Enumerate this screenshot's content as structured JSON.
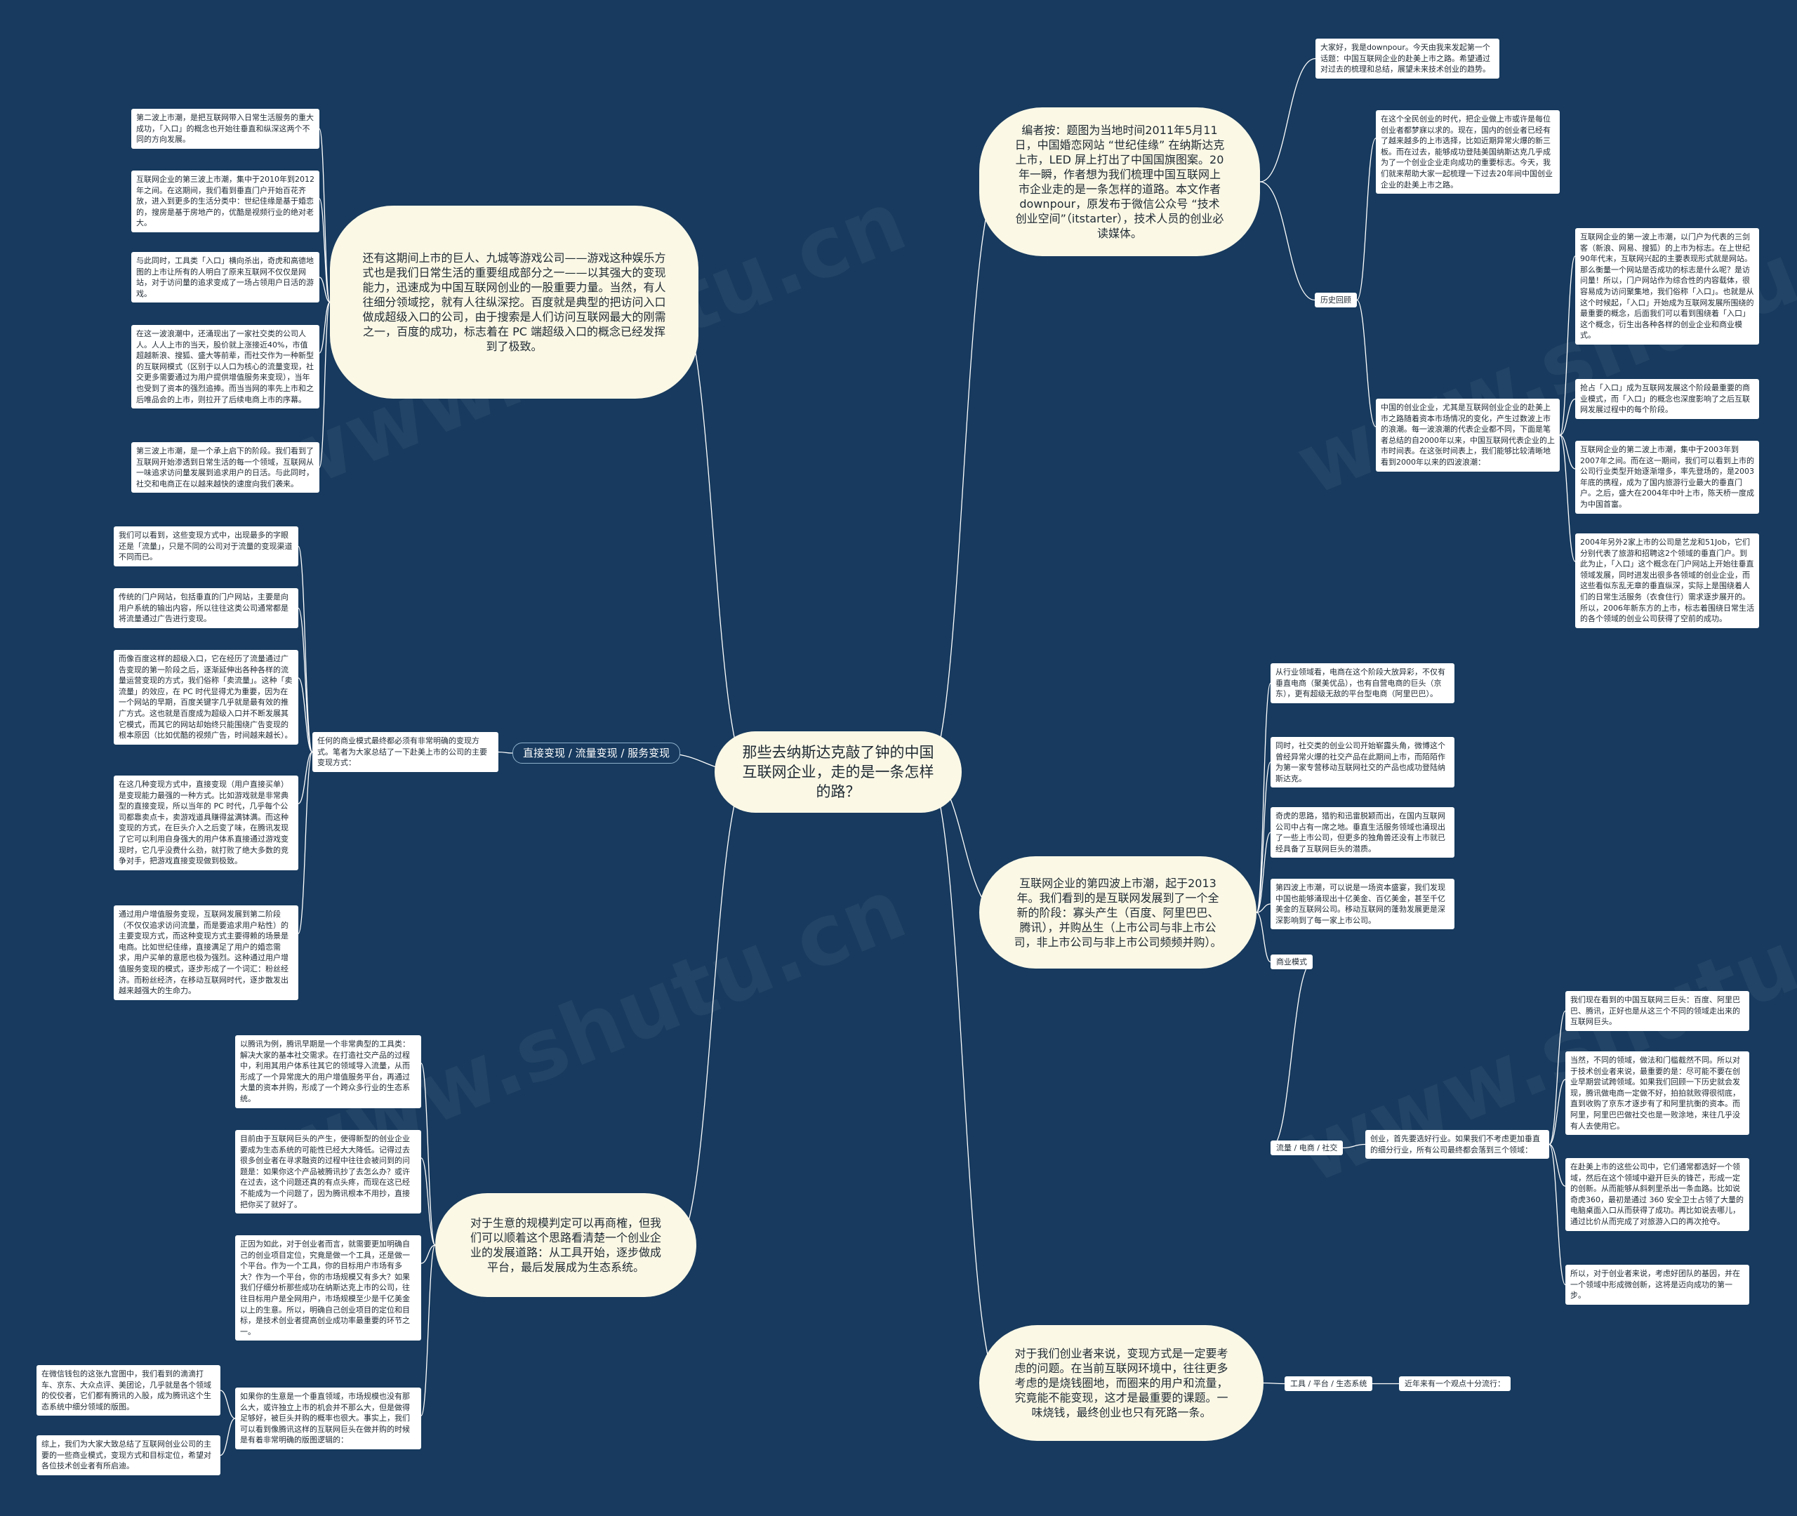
{
  "center": {
    "text": "那些去纳斯达克敲了钟的中国互联网企业，走的是一条怎样的路？"
  },
  "left": {
    "b1": {
      "text": "还有这期间上市的巨人、九城等游戏公司——游戏这种娱乐方式也是我们日常生活的重要组成部分之一——以其强大的变现能力，迅速成为中国互联网创业的一股重要力量。当然，有人往细分领域挖，就有人往纵深挖。百度就是典型的把访问入口做成超级入口的公司，由于搜索是人们访问互联网最大的刚需之一，百度的成功，标志着在 PC 端超级入口的概念已经发挥到了极致。",
      "boxes": [
        "第二波上市潮，是把互联网带入日常生活服务的重大成功，「入口」的概念也开始往垂直和纵深这两个不同的方向发展。",
        "互联网企业的第三波上市潮，集中于2010年到2012年之间。在这期间，我们看到垂直门户开始百花齐放，进入到更多的生活分类中：世纪佳缘是基于婚恋的，搜房是基于房地产的，优酷是视频行业的绝对老大。",
        "与此同时，工具类「入口」横向杀出，奇虎和高德地图的上市让所有的人明白了原来互联网不仅仅是网站，对于访问量的追求变成了一场占领用户日活的游戏。",
        "在这一波浪潮中，还涌现出了一家社交类的公司人人。人人上市的当天，股价就上涨接近40%，市值超越新浪、搜狐、盛大等前辈，而社交作为一种新型的互联网模式（区别于以人口为核心的流量变现，社交更多需要通过为用户提供增值服务来变现），当年也受到了资本的强烈追捧。而当当网的率先上市和之后唯品会的上市，则拉开了后续电商上市的序幕。",
        "第三波上市潮，是一个承上启下的阶段。我们看到了互联网开始渗透到日常生活的每一个领域，互联网从一味追求访问量发展到追求用户的日活。与此同时，社交和电商正在以越来越快的速度向我们袭来。"
      ]
    },
    "b2": {
      "label": "直接变现 / 流量变现 / 服务变现",
      "intro": "任何的商业模式最终都必须有非常明确的变现方式。笔者为大家总结了一下赴美上市的公司的主要变现方式：",
      "boxes": [
        "我们可以看到，这些变现方式中，出现最多的字眼还是「流量」，只是不同的公司对于流量的变现渠道不同而已。",
        "传统的门户网站，包括垂直的门户网站，主要是向用户系统的输出内容，所以往往这类公司通常都是将流量通过广告进行变现。",
        "而像百度这样的超级入口，它在经历了流量通过广告变现的第一阶段之后，逐渐延伸出各种各样的流量运营变现的方式，我们俗称「卖流量」。这种「卖流量」的效应，在 PC 时代显得尤为重要，因为在一个网站的早期，百度关键字几乎就是最有效的推广方式。这也就是百度成为超级入口并不断发展其它模式，而其它的网站却始终只能围绕广告变现的根本原因（比如优酷的视频广告，时间越来越长）。",
        "在这几种变现方式中，直接变现（用户直接买单）是变现能力最强的一种方式。比如游戏就是非常典型的直接变现，所以当年的 PC 时代，几乎每个公司都靠卖点卡，卖游戏道具赚得盆满钵满。而这种变现的方式，在巨头介入之后变了味，在腾讯发现了它可以利用自身强大的用户体系直接通过游戏变现时，它几乎没费什么劲，就打败了绝大多数的竞争对手，把游戏直接变现做到极致。",
        "通过用户增值服务变现，互联网发展到第二阶段（不仅仅追求访问流量，而是要追求用户粘性）的主要变现方式，而这种变现方式主要得赖的场景是电商。比如世纪佳缘，直接满足了用户的婚恋需求，用户买单的意愿也极为强烈。这种通过用户增值服务变现的模式，逐步形成了一个词汇：粉丝经济。而粉丝经济，在移动互联网时代，逐步散发出越来越强大的生命力。"
      ]
    },
    "b3": {
      "text": "对于生意的规模判定可以再商榷，但我们可以顺着这个思路看清楚一个创业企业的发展道路：从工具开始，逐步做成平台，最后发展成为生态系统。",
      "boxes": [
        "以腾讯为例，腾讯早期是一个非常典型的工具类：解决大家的基本社交需求。在打造社交产品的过程中，利用其用户体系往其它的领域导入流量，从而形成了一个异常庞大的用户增值服务平台，再通过大量的资本并购，形成了一个跨众多行业的生态系统。",
        "目前由于互联网巨头的产生，使得新型的创业企业要成为生态系统的可能性已经大大降低。记得过去很多创业者在寻求融资的过程中往往会被问到的问题是：如果你这个产品被腾讯抄了去怎么办？或许在过去，这个问题还真的有点头疼，而现在这已经不能成为一个问题了，因为腾讯根本不用抄，直接把你买了就好了。",
        "正因为如此，对于创业者而言，就需要更加明确自己的创业项目定位，究竟是做一个工具，还是做一个平台。作为一个工具，你的目标用户市场有多大？作为一个平台，你的市场规模又有多大？如果我们仔细分析那些成功在纳斯达克上市的公司，往往目标用户是全网用户，市场规模至少是千亿美金以上的生意。所以，明确自己创业项目的定位和目标，是技术创业者提高创业成功率最重要的环节之一。",
        "如果你的生意是一个垂直领域，市场规模也没有那么大，或许独立上市的机会并不那么大，但是做得足够好，被巨头并购的概率也很大。事实上，我们可以看到像腾讯这样的互联网巨头在做并购的时候是有着非常明确的版图逻辑的："
      ],
      "sub": [
        "在微信钱包的这张九宫图中，我们看到的滴滴打车、京东、大众点评、美团论，几乎就是各个领域的佼佼者，它们都有腾讯的入股，成为腾讯这个生态系统中细分领域的版图。",
        "综上，我们为大家大致总结了互联网创业公司的主要的一些商业模式，变现方式和目标定位，希望对各位技术创业者有所启迪。"
      ]
    }
  },
  "right": {
    "b1": {
      "text": "编者按：题图为当地时间2011年5月11日，中国婚恋网站 “世纪佳缘” 在纳斯达克上市，LED 屏上打出了中国国旗图案。20年一瞬，作者想为我们梳理中国互联网上市企业走的是一条怎样的道路。本文作者 downpour，原发布于微信公众号 “技术创业空间”（itstarter），技术人员的创业必读媒体。",
      "intro": "大家好，我是downpour。今天由我来发起第一个话题：中国互联网企业的赴美上市之路。希望通过对过去的梳理和总结，展望未来技术创业的趋势。",
      "tag": "历史回顾",
      "mid": [
        "在这个全民创业的时代，把企业做上市或许是每位创业者都梦寐以求的。现在，国内的创业者已经有了越来越多的上市选择，比如近期异常火爆的新三板。而在过去，能够成功登陆美国纳斯达克几乎成为了一个创业企业走向成功的重要标志。今天，我们就来帮助大家一起梳理一下过去20年间中国创业企业的赴美上市之路。",
        "中国的创业企业，尤其是互联网创业企业的赴美上市之路随着资本市场情况的变化，产生过数波上市的浪潮。每一波浪潮的代表企业都不同，下面是笔者总结的自2000年以来，中国互联网代表企业的上市时间表。在这张时间表上，我们能够比较清晰地看到2000年以来的四波浪潮："
      ],
      "boxes": [
        "互联网企业的第一波上市潮，以门户为代表的三剑客（新浪、网易、搜狐）的上市为标志。在上世纪90年代末，互联网兴起的主要表现形式就是网站。那么衡量一个网站是否成功的标志是什么呢？是访问量！所以，门户网站作为综合性的内容载体，很容易成为访问聚集地，我们俗称「入口」。也就是从这个时候起，「入口」开始成为互联网发展所围绕的最重要的概念，后面我们可以看到围绕着「入口」这个概念，衍生出各种各样的创业企业和商业模式。",
        "抢占「入口」成为互联网发展这个阶段最重要的商业模式，而「入口」的概念也深度影响了之后互联网发展过程中的每个阶段。",
        "互联网企业的第二波上市潮，集中于2003年到2007年之间。而在这一期间，我们可以看到上市的公司行业类型开始逐渐增多，率先登场的，是2003年底的携程，成为了国内旅游行业最大的垂直门户。之后，盛大在2004年中叶上市，陈天桥一度成为中国首富。",
        "2004年另外2家上市的公司是艺龙和51Job，它们分别代表了旅游和招聘这2个领域的垂直门户。到此为止，「入口」这个概念在门户网站上开始往垂直领域发展，同时进发出很多各领域的创业企业，而这些看似东乱无章的垂直纵深，实际上是围绕着人们的日常生活服务（衣食住行）需求逐步展开的。所以，2006年新东方的上市，标志着围绕日常生活的各个领域的创业公司获得了空前的成功。"
      ]
    },
    "b2": {
      "text": "互联网企业的第四波上市潮，起于2013年。我们看到的是互联网发展到了一个全新的阶段：寡头产生（百度、阿里巴巴、腾讯），并购丛生（上市公司与非上市公司，非上市公司与非上市公司频频并购）。",
      "boxes": [
        "从行业领域看，电商在这个阶段大放异彩，不仅有垂直电商（聚美优品），也有自营电商的巨头（京东），更有超级无敌的平台型电商（阿里巴巴）。",
        "同时，社交类的创业公司开始崭露头角，微博这个曾经异常火爆的社交产品在此期间上市，而陌陌作为第一家专营移动互联网社交的产品也成功登陆纳斯达克。",
        "奇虎的思路，猎豹和迅雷脱颖而出，在国内互联网公司中占有一席之地。垂直生活服务领域也涌现出了一些上市公司，但更多的独角兽还没有上市就已经具备了互联网巨头的潜质。",
        "第四波上市潮，可以说是一场资本盛宴，我们发现中国也能够涌现出十亿美金、百亿美金，甚至千亿美金的互联网公司。移动互联网的蓬勃发展更是深深影响到了每一家上市公司。"
      ],
      "tag1": "商业模式",
      "tag2": "流量 / 电商 / 社交",
      "intro": "创业，首先要选好行业。如果我们不考虑更加垂直的细分行业，所有公司最终都会落到三个领域：",
      "sub": [
        "我们现在看到的中国互联网三巨头：百度、阿里巴巴、腾讯，正好也是从这三个不同的领域走出来的互联网巨头。",
        "当然，不同的领域，做法和门槛截然不同。所以对于技术创业者来说，最重要的是：尽可能不要在创业早期尝试跨领域。如果我们回顾一下历史就会发现，腾讯做电商一定做不好，拍拍就败得很彻底，直到收购了京东才逐步有了和阿里抗衡的资本。而阿里，阿里巴巴做社交也是一败涂地，来往几乎没有人去使用它。",
        "在赴美上市的这些公司中，它们通常都选好一个领域，然后在这个领域中避开巨头的锋芒，形成一定的创新。从而能够从斜刺里杀出一条血路。比如说奇虎360，最初是通过 360 安全卫士占领了大量的电脑桌面入口从而获得了成功。再比如说去哪儿，通过比价从而完成了对旅游入口的再次抢夺。",
        "所以，对于创业者来说，考虑好团队的基因，并在一个领域中形成微创新，这将是迈向成功的第一步。"
      ]
    },
    "b3": {
      "text": "对于我们创业者来说，变现方式是一定要考虑的问题。在当前互联网环境中，往往更多考虑的是烧钱圈地，而圈来的用户和流量，究竟能不能变现，这才是最重要的课题。一味烧钱，最终创业也只有死路一条。",
      "tag": "工具 / 平台 / 生态系统",
      "note": "近年来有一个观点十分流行："
    }
  },
  "watermark": "www.shutu.cn",
  "colors": {
    "background": "#173a5e",
    "node": "#fbf8e6",
    "box": "#ffffff",
    "line": "#ffffff"
  }
}
